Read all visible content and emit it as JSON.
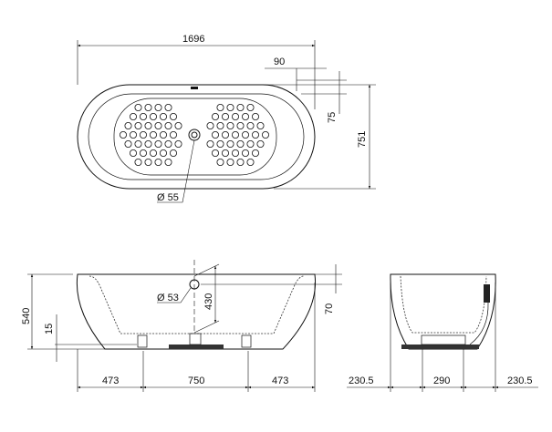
{
  "top_view": {
    "length": "1696",
    "overflow_offset": "90",
    "overflow_depth": "75",
    "width": "751",
    "drain_diameter": "Ø 55"
  },
  "front_view": {
    "height": "540",
    "floor_offset": "15",
    "waste_diameter": "Ø 53",
    "waste_height": "430",
    "overflow_drop": "70",
    "left_segment": "473",
    "center_segment": "750",
    "right_segment": "473"
  },
  "side_view": {
    "left_segment": "230.5",
    "center_segment": "290",
    "right_segment": "230.5"
  }
}
